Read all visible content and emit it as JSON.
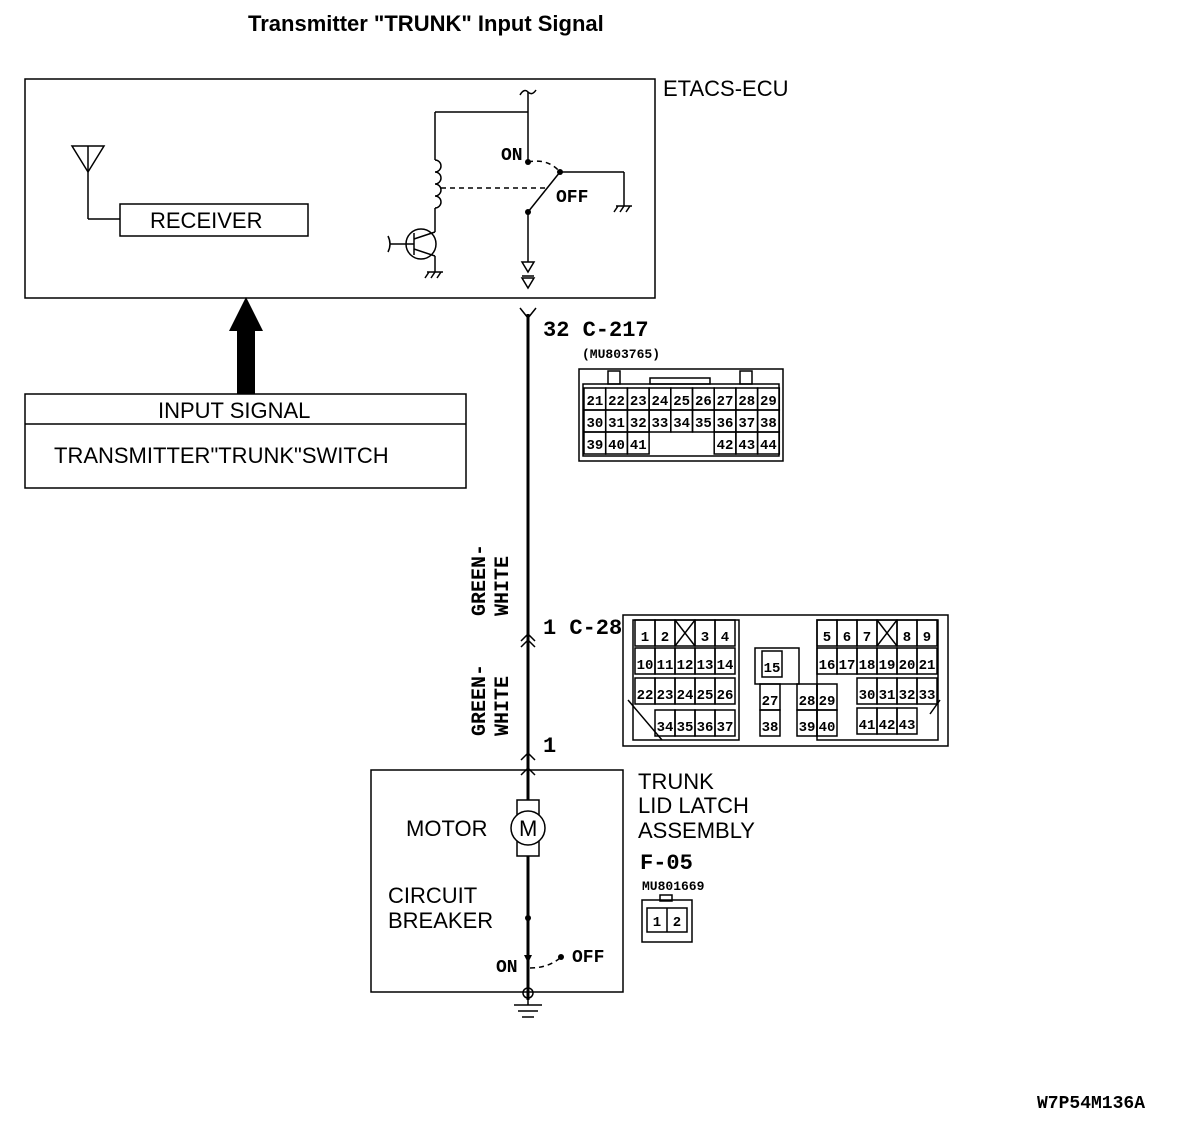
{
  "title": "Transmitter \"TRUNK\" Input Signal",
  "etacs": {
    "label": "ETACS-ECU",
    "receiver_label": "RECEIVER",
    "relay_on": "ON",
    "relay_off": "OFF"
  },
  "input_signal": {
    "header": "INPUT SIGNAL",
    "body": "TRANSMITTER\"TRUNK\"SWITCH"
  },
  "connector_c217": {
    "pin_label": "32 C-217",
    "part_no": "(MU803765)",
    "rows": [
      [
        "21",
        "22",
        "23",
        "24",
        "25",
        "26",
        "27",
        "28",
        "29"
      ],
      [
        "30",
        "31",
        "32",
        "33",
        "34",
        "35",
        "36",
        "37",
        "38"
      ],
      [
        "39",
        "40",
        "41",
        "",
        "",
        "",
        "42",
        "43",
        "44"
      ]
    ]
  },
  "wire": {
    "color_upper_1": "GREEN-",
    "color_upper_2": "WHITE",
    "color_lower_1": "GREEN-",
    "color_lower_2": "WHITE"
  },
  "connector_c28": {
    "pin_label": "1 C-28",
    "pins": [
      "1",
      "2",
      "3",
      "4",
      "5",
      "6",
      "7",
      "8",
      "9",
      "10",
      "11",
      "12",
      "13",
      "14",
      "15",
      "16",
      "17",
      "18",
      "19",
      "20",
      "21",
      "22",
      "23",
      "24",
      "25",
      "26",
      "27",
      "28",
      "29",
      "30",
      "31",
      "32",
      "33",
      "34",
      "35",
      "36",
      "37",
      "38",
      "39",
      "40",
      "41",
      "42",
      "43"
    ]
  },
  "trunk_latch": {
    "pin_label": "1",
    "name_line1": "TRUNK",
    "name_line2": "LID LATCH",
    "name_line3": "ASSEMBLY",
    "motor_label": "MOTOR",
    "motor_symbol": "M",
    "breaker_line1": "CIRCUIT",
    "breaker_line2": "BREAKER",
    "switch_on": "ON",
    "switch_off": "OFF"
  },
  "connector_f05": {
    "name": "F-05",
    "part_no": "MU801669",
    "pins": [
      "1",
      "2"
    ]
  },
  "diagram_code": "W7P54M136A"
}
